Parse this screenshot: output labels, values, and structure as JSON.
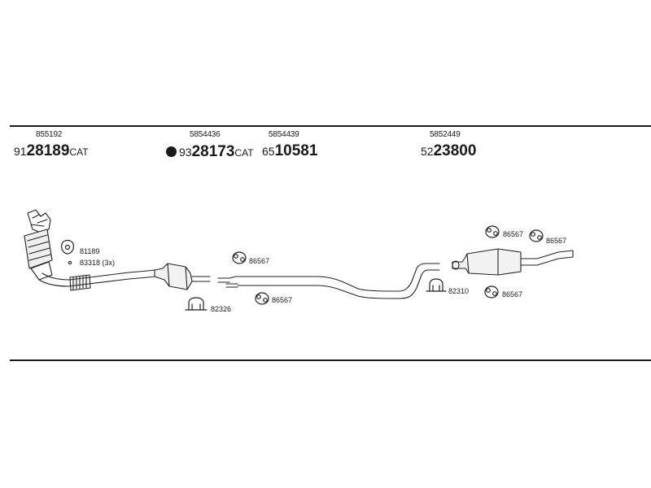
{
  "oe_numbers": {
    "cat_front": "855192",
    "cat_mid": "5854436",
    "mid_pipe": "5854439",
    "rear_silencer": "5852449"
  },
  "part_numbers": {
    "cat_front": {
      "prefix": "91",
      "main": "28189",
      "suffix": "CAT"
    },
    "cat_mid": {
      "prefix": "93",
      "main": "28173",
      "suffix": "CAT"
    },
    "mid_pipe": {
      "prefix": "65",
      "main": "10581"
    },
    "rear_silencer": {
      "prefix": "52",
      "main": "23800"
    }
  },
  "callouts": {
    "gasket_a": "81189",
    "gasket_b": "83318 (3x)",
    "clamp_front": "82326",
    "hanger_mid_upper": "86567",
    "hanger_mid_lower": "86567",
    "clamp_rear": "82310",
    "hanger_rear_1": "86567",
    "hanger_rear_2": "86567",
    "hanger_rear_3": "86567"
  }
}
